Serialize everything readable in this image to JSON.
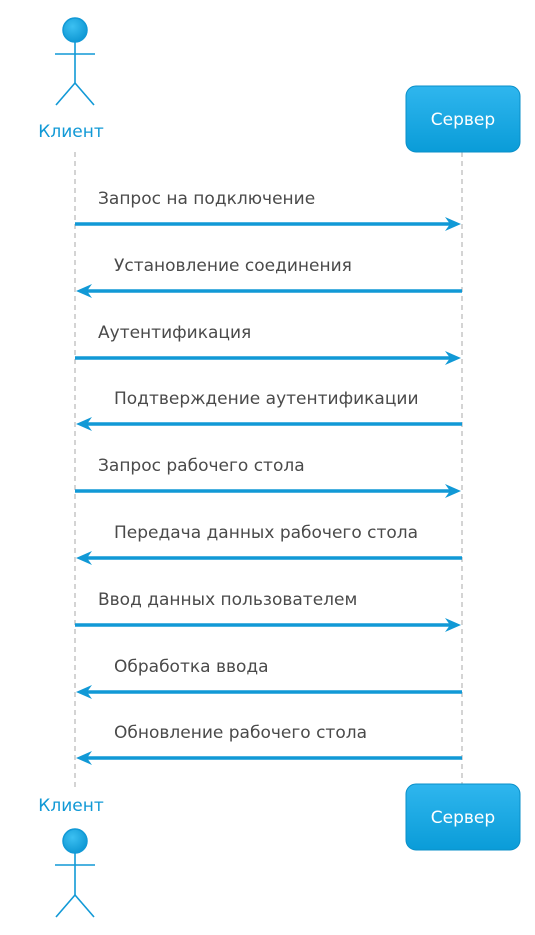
{
  "colors": {
    "accent": "#1199d6",
    "accent_light": "#29b2ec",
    "box_dark": "#0a9cd8",
    "text": "#4a4a4a",
    "lifeline": "#b8b8b8",
    "box_text": "#ffffff"
  },
  "participants": {
    "client": {
      "label": "Клиент",
      "kind": "actor"
    },
    "server": {
      "label": "Сервер",
      "kind": "box"
    }
  },
  "messages": [
    {
      "from": "client",
      "to": "server",
      "label": "Запрос на подключение"
    },
    {
      "from": "server",
      "to": "client",
      "label": "Установление соединения"
    },
    {
      "from": "client",
      "to": "server",
      "label": "Аутентификация"
    },
    {
      "from": "server",
      "to": "client",
      "label": "Подтверждение аутентификации"
    },
    {
      "from": "client",
      "to": "server",
      "label": "Запрос рабочего стола"
    },
    {
      "from": "server",
      "to": "client",
      "label": "Передача данных рабочего стола"
    },
    {
      "from": "client",
      "to": "server",
      "label": "Ввод данных пользователем"
    },
    {
      "from": "server",
      "to": "client",
      "label": "Обработка ввода"
    },
    {
      "from": "server",
      "to": "client",
      "label": "Обновление рабочего стола"
    }
  ]
}
